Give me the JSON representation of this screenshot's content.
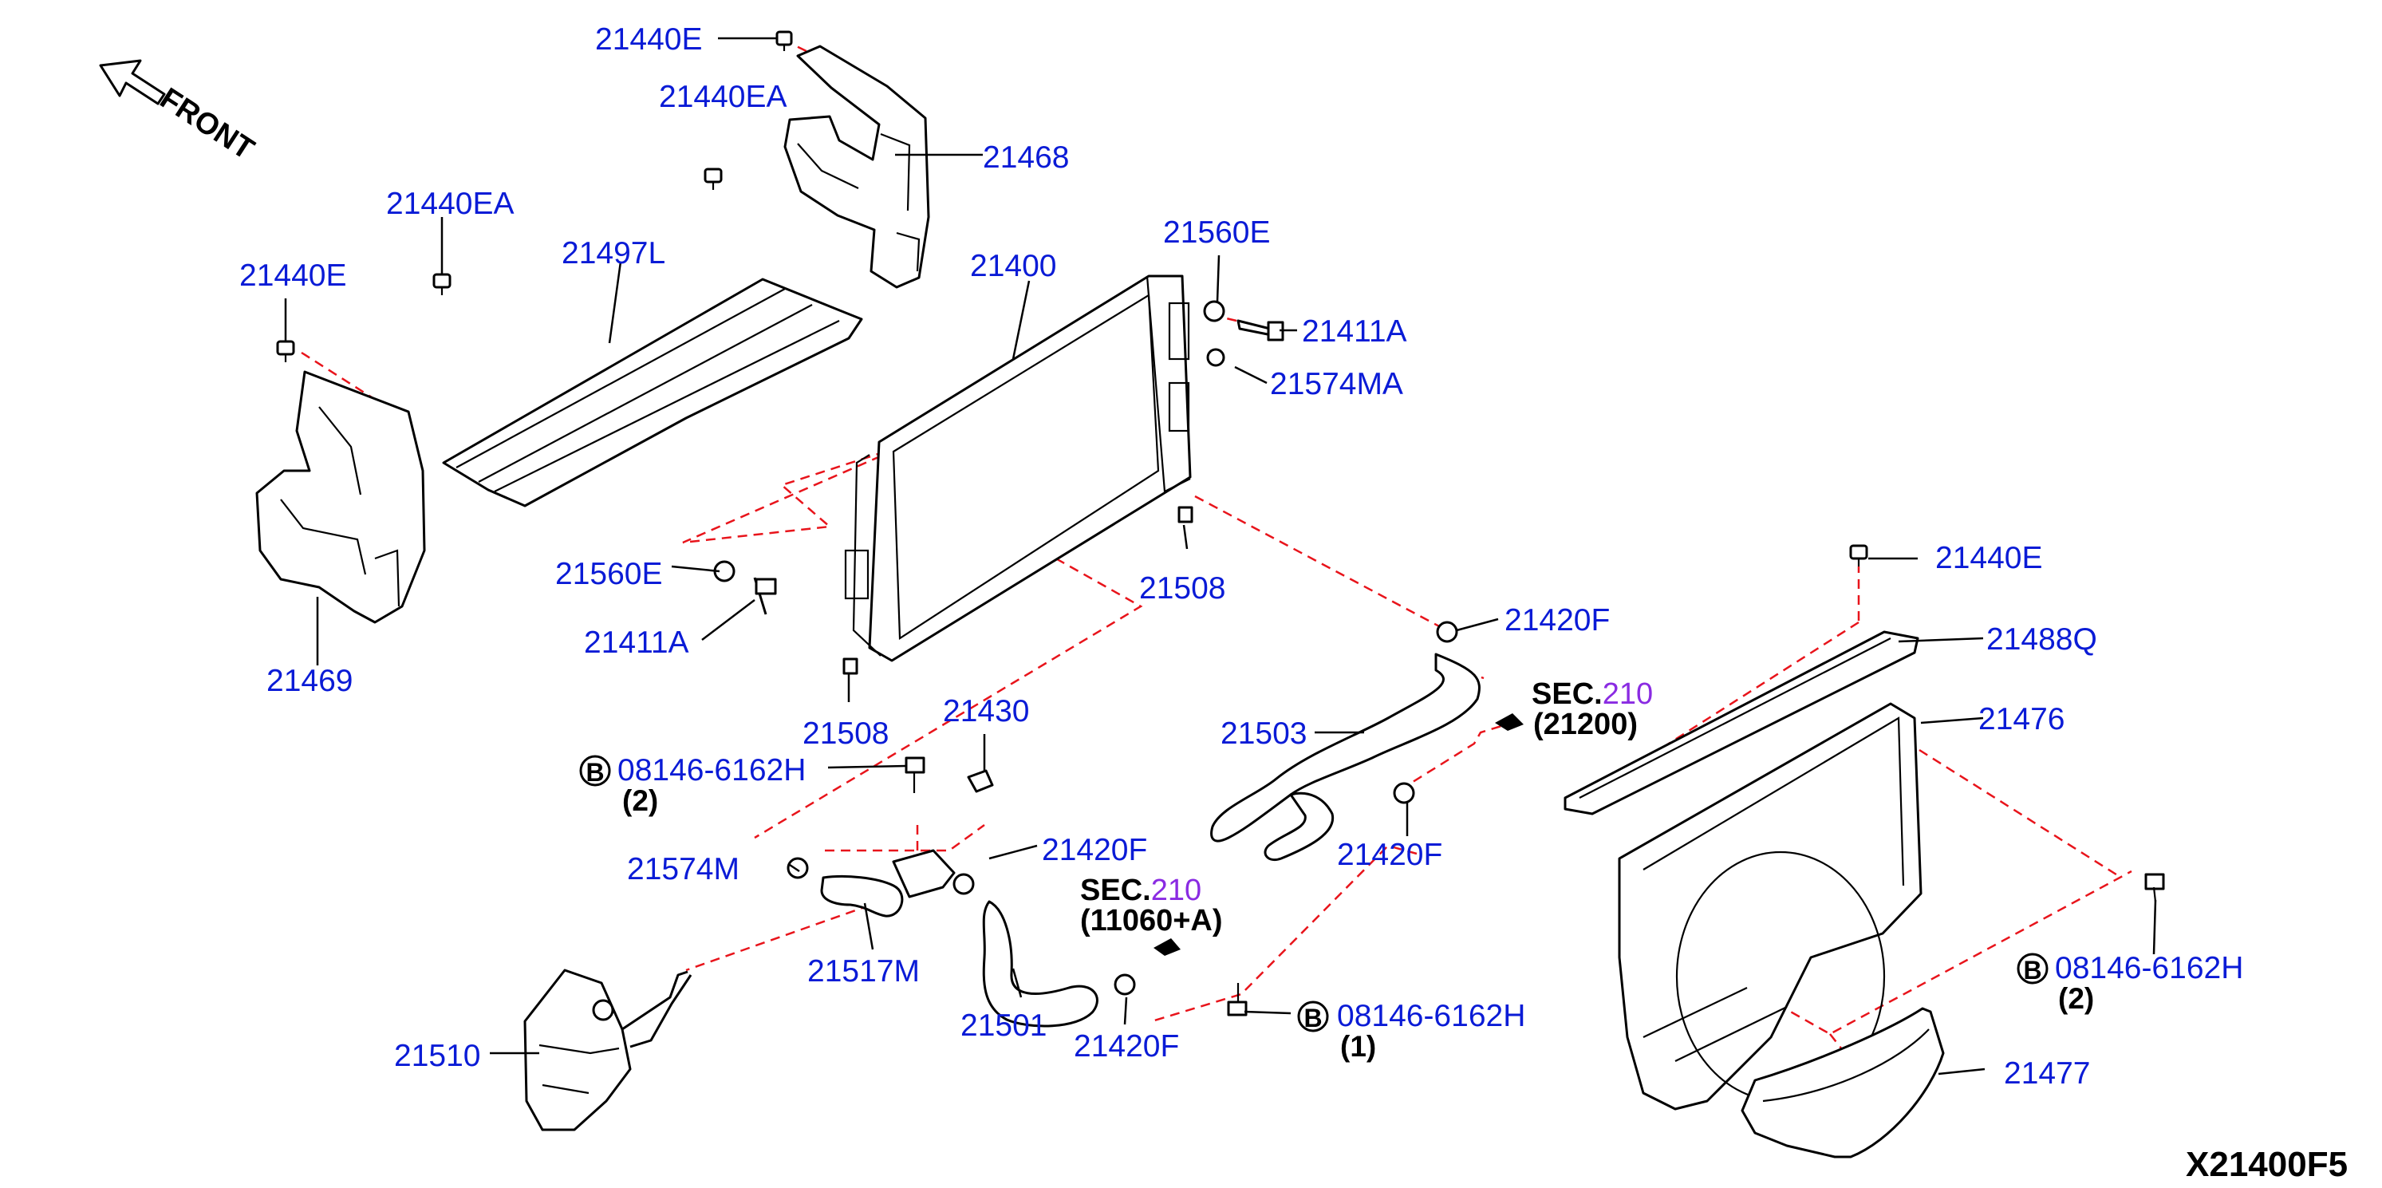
{
  "colors": {
    "part_number": "#0a1bd6",
    "sec_number": "#8a2be2",
    "connector": "#e8141b",
    "outline": "#000000"
  },
  "front_indicator": {
    "label": "FRONT",
    "icon": "arrow-icon"
  },
  "callouts": {
    "p21440E_a": "21440E",
    "p21440EA_a": "21440EA",
    "p21468": "21468",
    "p21440EA_b": "21440EA",
    "p21497L": "21497L",
    "p21440E_b": "21440E",
    "p21469": "21469",
    "p21400": "21400",
    "p21560E_a": "21560E",
    "p21411A_a": "21411A",
    "p21574MA": "21574MA",
    "p21560E_b": "21560E",
    "p21411A_b": "21411A",
    "p21508_a": "21508",
    "p21508_b": "21508",
    "p21430": "21430",
    "p21420F_a": "21420F",
    "p21503": "21503",
    "p21420F_b": "21420F",
    "p21420F_c": "21420F",
    "p21420F_d": "21420F",
    "p21574M": "21574M",
    "p21517M": "21517M",
    "p21501": "21501",
    "p21510": "21510",
    "p21440E_c": "21440E",
    "p21488Q": "21488Q",
    "p21476": "21476",
    "p21477": "21477"
  },
  "bolts": {
    "b1": {
      "symbol": "B",
      "number": "08146-6162H",
      "qty": "(2)"
    },
    "b2": {
      "symbol": "B",
      "number": "08146-6162H",
      "qty": "(1)"
    },
    "b3": {
      "symbol": "B",
      "number": "08146-6162H",
      "qty": "(2)"
    }
  },
  "sections": {
    "sec1": {
      "prefix": "SEC.",
      "num": "210",
      "sub": "(21200)"
    },
    "sec2": {
      "prefix": "SEC.",
      "num": "210",
      "sub": "(11060+A)"
    }
  },
  "figure_id": "X21400F5"
}
